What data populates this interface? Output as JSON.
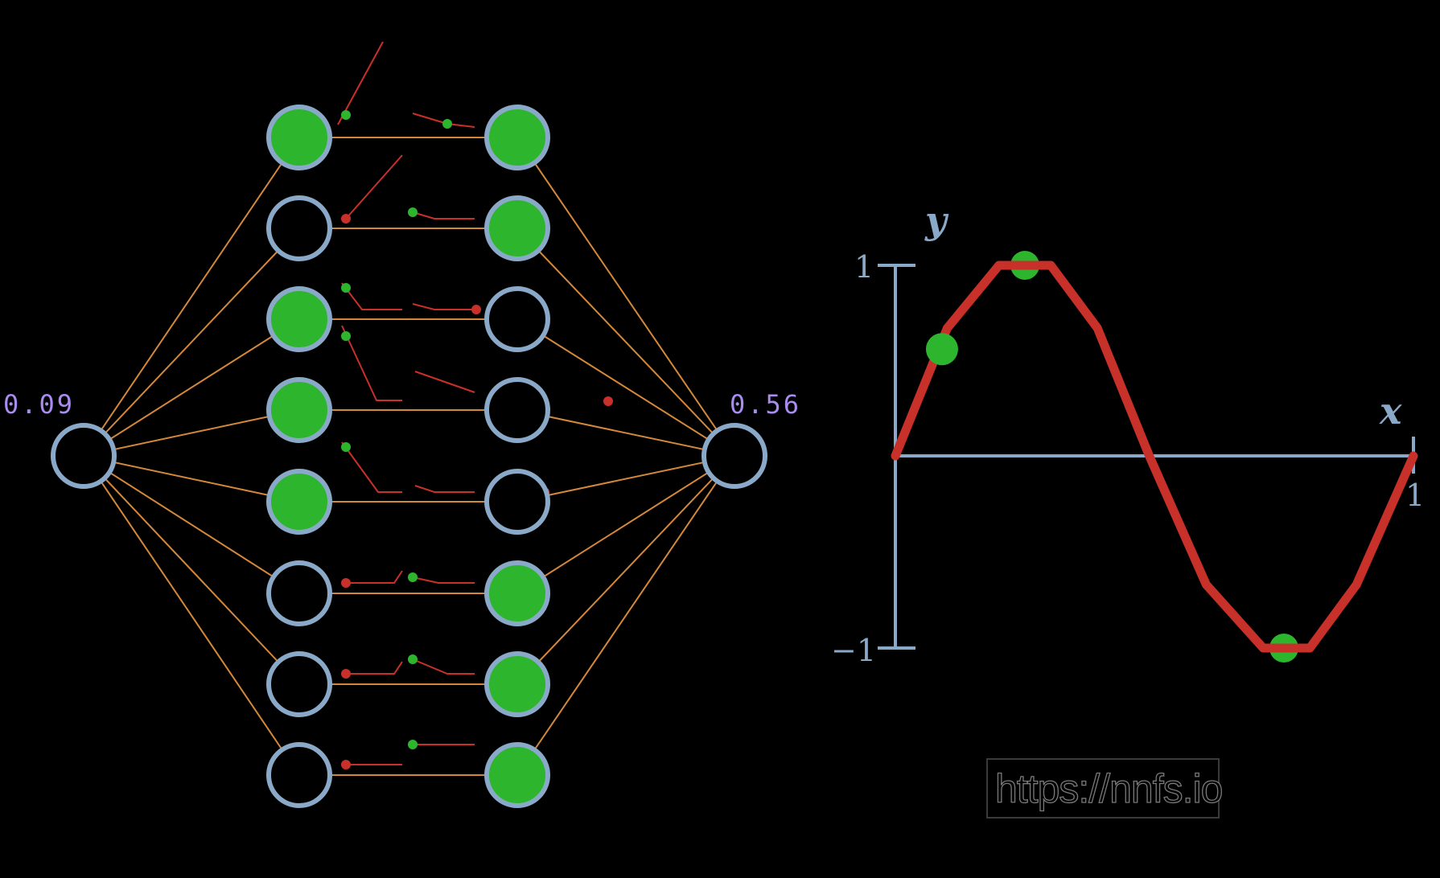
{
  "network": {
    "input_value": "0.09",
    "output_value": "0.56",
    "layer1_active": [
      true,
      false,
      true,
      true,
      true,
      false,
      false,
      false
    ],
    "layer2_active": [
      true,
      true,
      false,
      false,
      false,
      true,
      true,
      true
    ]
  },
  "chart_data": {
    "type": "line",
    "xlabel": "x",
    "ylabel": "y",
    "ytick_labels": [
      "1",
      "−1"
    ],
    "xtick_labels": [
      "1"
    ],
    "xlim": [
      0,
      1
    ],
    "ylim": [
      -1,
      1
    ],
    "series": [
      {
        "x": [
          0,
          0.1,
          0.2,
          0.3,
          0.39,
          0.49,
          0.6,
          0.71,
          0.8,
          0.89,
          1.0
        ],
        "y": [
          0,
          0.67,
          1.0,
          1.0,
          0.67,
          0,
          -0.67,
          -1.0,
          -1.0,
          -0.67,
          0
        ]
      }
    ],
    "markers": [
      {
        "x": 0.09,
        "y": 0.56
      },
      {
        "x": 0.25,
        "y": 1.0
      },
      {
        "x": 0.75,
        "y": -1.0
      }
    ]
  },
  "colors": {
    "active_node": "#2db52d",
    "node_outline": "#8aa9c8",
    "connection": "#d4883a",
    "curve": "#c8302a",
    "label": "#a98cf0"
  },
  "watermark": {
    "text": "https://nnfs.io"
  }
}
